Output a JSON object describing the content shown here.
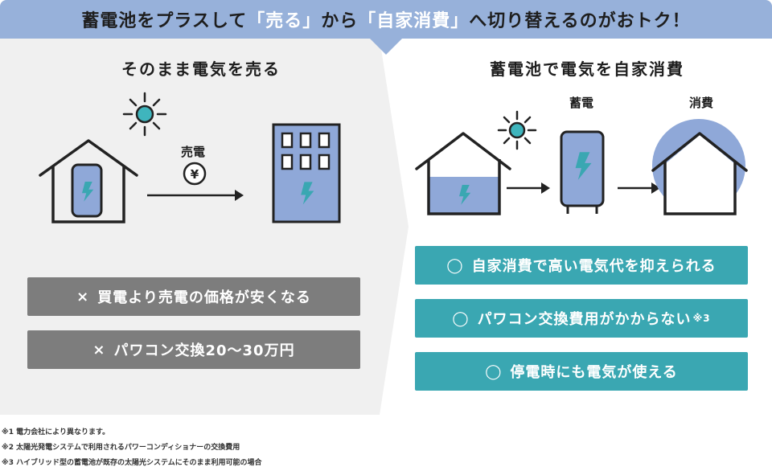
{
  "banner": {
    "part1": "蓄電池をプラスして",
    "hl1": "「売る」",
    "part2": "から",
    "hl2": "「自家消費」",
    "part3": "へ切り替えるのがおトク！"
  },
  "left": {
    "title": "そのまま電気を売る",
    "sell_label": "売電",
    "yen": "¥",
    "cons": [
      {
        "mark": "×",
        "text": "買電より売電の価格が安くなる"
      },
      {
        "mark": "×",
        "text": "パワコン交換20〜30万円"
      }
    ]
  },
  "right": {
    "title": "蓄電池で電気を自家消費",
    "storage_label": "蓄電",
    "consume_label": "消費",
    "pros": [
      {
        "mark": "◯",
        "text": "自家消費で高い電気代を抑えられる",
        "note": ""
      },
      {
        "mark": "◯",
        "text": "パワコン交換費用がかからない",
        "note": "※3"
      },
      {
        "mark": "◯",
        "text": "停電時にも電気が使える",
        "note": ""
      }
    ]
  },
  "footnotes": [
    "※1 電力会社により異なります。",
    "※2 太陽光発電システムで利用されるパワーコンディショナーの交換費用",
    "※3 ハイブリッド型の蓄電池が既存の太陽光システムにそのまま利用可能の場合"
  ],
  "colors": {
    "banner": "#97b1da",
    "accent_blue": "#8fa8d8",
    "teal": "#3aa7b2",
    "sun": "#3fb5bd",
    "gray_box": "#7d7d7d",
    "panel_bg": "#f0f0f0"
  }
}
